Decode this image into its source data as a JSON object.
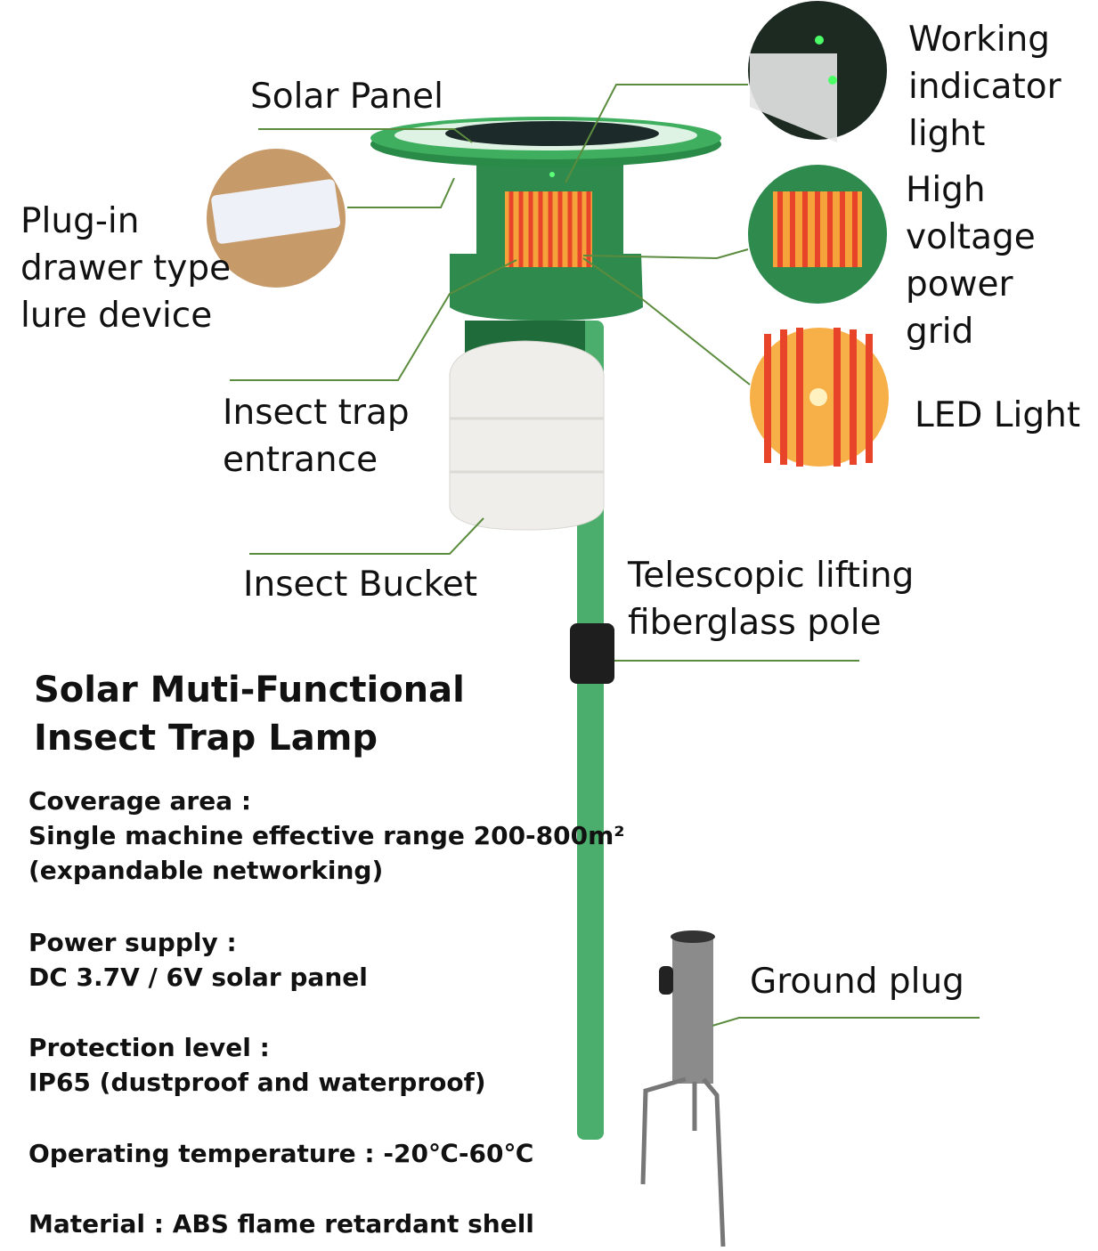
{
  "labels": {
    "solar_panel": "Solar Panel",
    "working_indicator": "Working\nindicator\nlight",
    "high_voltage": "High\nvoltage\npower\ngrid",
    "led_light": "LED Light",
    "plug_in_drawer": "Plug-in\ndrawer type\nlure device",
    "insect_trap_entrance": "Insect trap\nentrance",
    "insect_bucket": "Insect Bucket",
    "telescopic_pole": "Telescopic lifting\nfiberglass pole",
    "ground_plug": "Ground plug"
  },
  "title": {
    "line1": "Solar Muti-Functional",
    "line2": "Insect Trap Lamp"
  },
  "specs": [
    {
      "label": "Coverage area :",
      "value": "Single machine effective range 200-800m²\n(expandable networking)"
    },
    {
      "label": "Power supply :",
      "value": "DC 3.7V / 6V solar panel"
    },
    {
      "label": "Protection level :",
      "value": "IP65 (dustproof and waterproof)"
    },
    {
      "label": "Operating temperature :",
      "value": "-20℃-60℃"
    },
    {
      "label": "Material :",
      "value": "ABS flame retardant shell"
    }
  ],
  "colors": {
    "leader_line": "#5b8c3e",
    "housing_green": "#2f8a4e",
    "pole_green": "#4cae6c",
    "grid_red": "#e8442a"
  }
}
